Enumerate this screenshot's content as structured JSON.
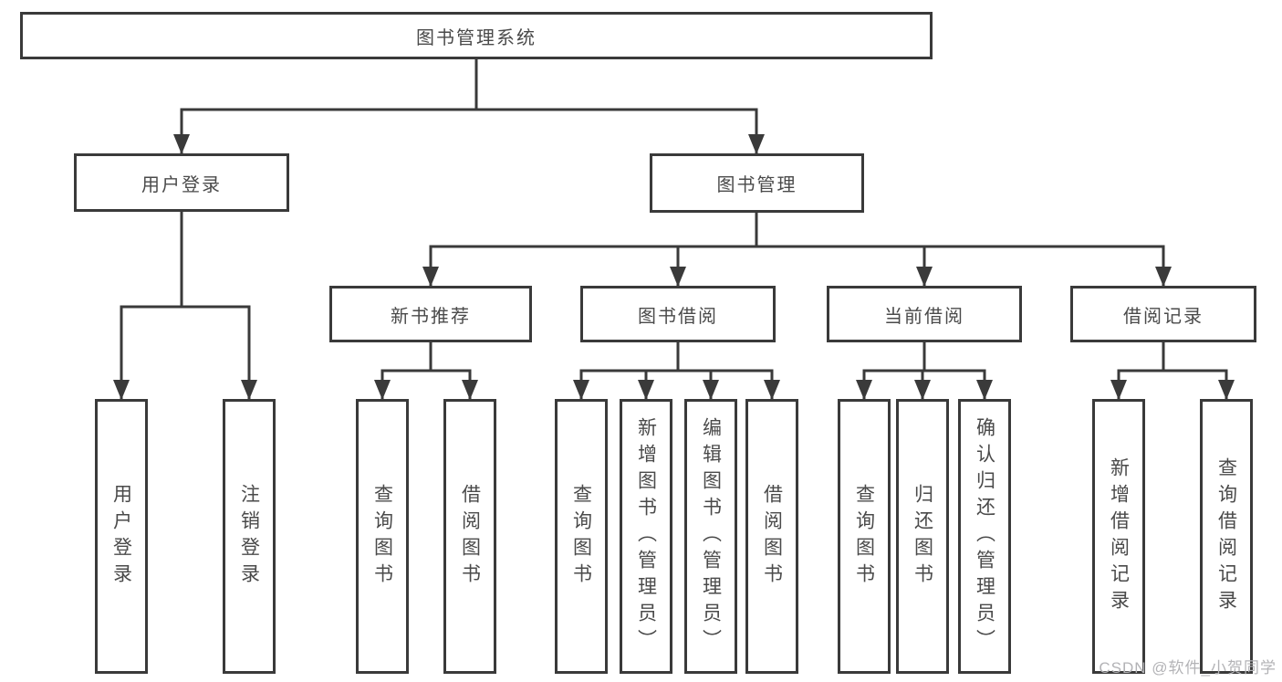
{
  "tree": {
    "root": {
      "label": "图书管理系统",
      "children": [
        {
          "label": "用户登录",
          "children": [
            {
              "label": "用户登录"
            },
            {
              "label": "注销登录"
            }
          ]
        },
        {
          "label": "图书管理",
          "children": [
            {
              "label": "新书推荐",
              "children": [
                {
                  "label": "查询图书"
                },
                {
                  "label": "借阅图书"
                }
              ]
            },
            {
              "label": "图书借阅",
              "children": [
                {
                  "label": "查询图书"
                },
                {
                  "label": "新增图书（管理员）"
                },
                {
                  "label": "编辑图书（管理员）"
                },
                {
                  "label": "借阅图书"
                }
              ]
            },
            {
              "label": "当前借阅",
              "children": [
                {
                  "label": "查询图书"
                },
                {
                  "label": "归还图书"
                },
                {
                  "label": "确认归还（管理员）"
                }
              ]
            },
            {
              "label": "借阅记录",
              "children": [
                {
                  "label": "新增借阅记录"
                },
                {
                  "label": "查询借阅记录"
                }
              ]
            }
          ]
        }
      ]
    }
  },
  "watermark": {
    "text": "CSDN @软件_小贺同学"
  },
  "colors": {
    "line": "#3a3a3a",
    "text": "#4a4a4a",
    "watermark": "#b3b3b6"
  }
}
